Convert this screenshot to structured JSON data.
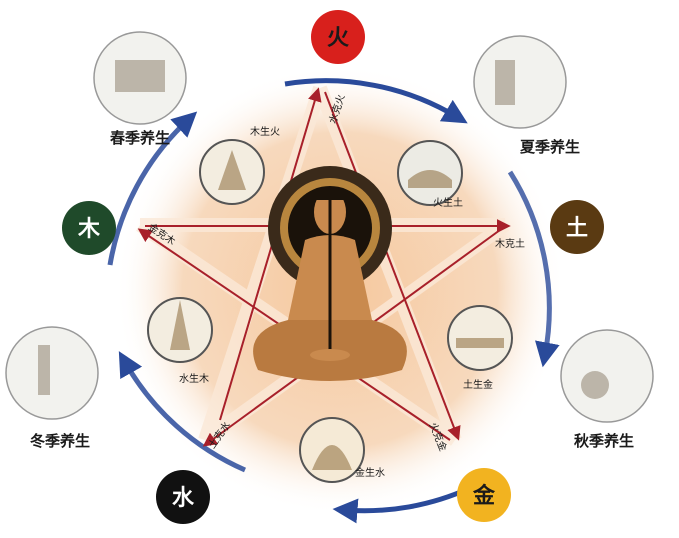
{
  "elements": {
    "fire": {
      "label": "火",
      "color": "#d8201c"
    },
    "earth": {
      "label": "土",
      "color": "#5a3a12"
    },
    "metal": {
      "label": "金",
      "color": "#f2b320"
    },
    "water": {
      "label": "水",
      "color": "#111111"
    },
    "wood": {
      "label": "木",
      "color": "#1f4a2a"
    }
  },
  "seasons": {
    "spring": "春季养生",
    "summer": "夏季养生",
    "autumn": "秋季养生",
    "winter": "冬季养生"
  },
  "generating": {
    "wood_fire": "木生火",
    "fire_earth": "火生土",
    "earth_metal": "土生金",
    "metal_water": "金生水",
    "water_wood": "水生木"
  },
  "controlling": {
    "water_fire": "水克火",
    "wood_earth": "木克土",
    "fire_metal": "火克金",
    "earth_water": "土克水",
    "metal_wood": "金克木"
  },
  "colors": {
    "ring_arrow": "#2a4a9a",
    "control_arrow": "#a8202a",
    "halo": "#f2c9a0",
    "skin": "#c98a4e"
  }
}
